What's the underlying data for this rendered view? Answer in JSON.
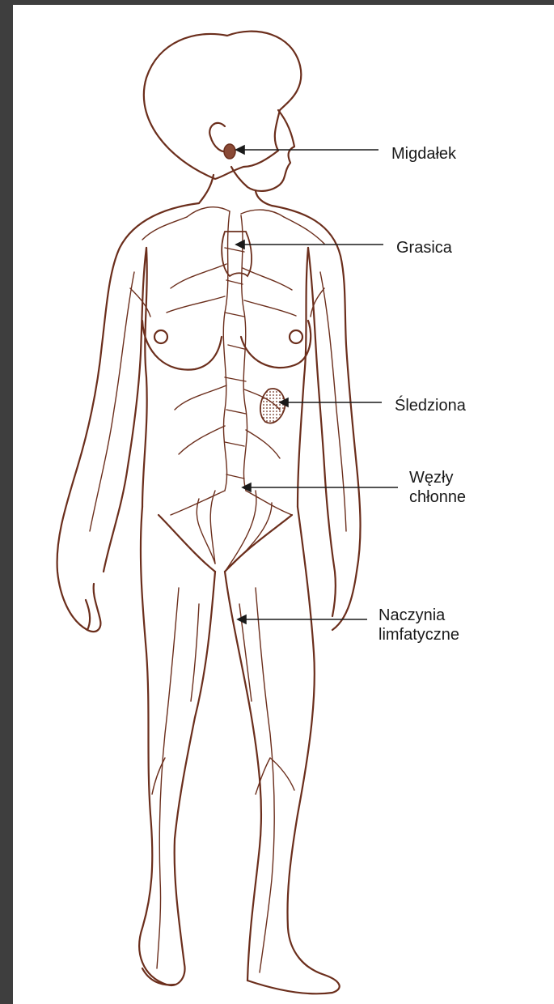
{
  "colors": {
    "background": "#3e3e3e",
    "canvas": "#ffffff",
    "ink": "#6b2e1c",
    "organ_fill": "#8a4a36",
    "text": "#1a1a1a"
  },
  "labels": {
    "tonsil": "Migdałek",
    "thymus": "Grasica",
    "spleen": "Śledziona",
    "lymph_nodes": [
      "Węzły",
      "chłonne"
    ],
    "lymph_vessels": [
      "Naczynia",
      "limfatyczne"
    ]
  }
}
